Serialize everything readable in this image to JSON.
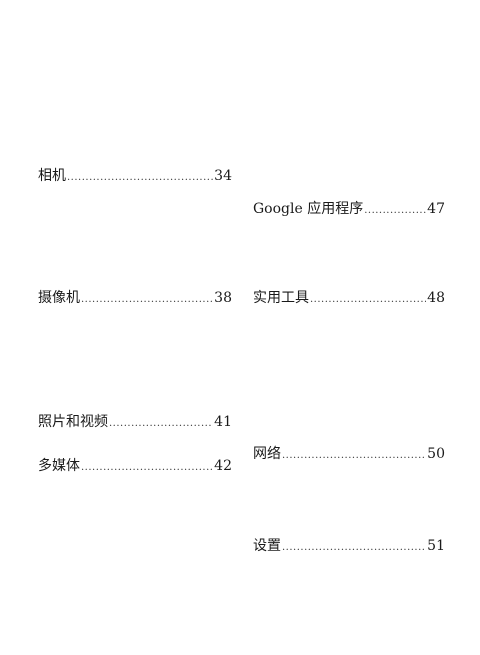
{
  "toc": {
    "left": [
      {
        "title": "相机",
        "page": "34"
      },
      {
        "title": "摄像机",
        "page": "38"
      },
      {
        "title": "照片和视频",
        "page": "41"
      },
      {
        "title": "多媒体",
        "page": "42"
      }
    ],
    "right": [
      {
        "title": "Google 应用程序",
        "page": "47"
      },
      {
        "title": "实用工具",
        "page": "48"
      },
      {
        "title": "网络",
        "page": "50"
      },
      {
        "title": "设置",
        "page": "51"
      }
    ]
  }
}
